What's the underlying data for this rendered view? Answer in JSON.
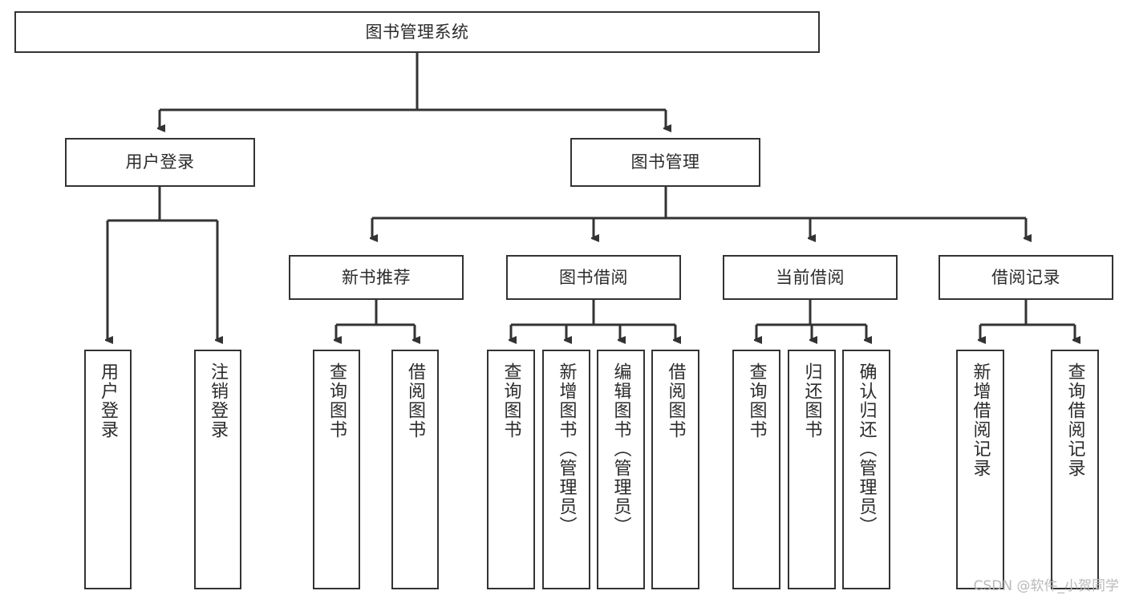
{
  "diagram": {
    "type": "tree-hierarchy",
    "title": "图书管理系统",
    "orientation": "top-down",
    "colors": {
      "box_border": "#333333",
      "box_fill": "#ffffff",
      "edge": "#333333",
      "text": "#2b2b2b",
      "watermark": "#b9b9b9",
      "background": "#ffffff"
    },
    "root": {
      "id": "root",
      "label": "图书管理系统"
    },
    "level2": [
      {
        "id": "user-login",
        "label": "用户登录"
      },
      {
        "id": "book-manage",
        "label": "图书管理"
      }
    ],
    "level3": [
      {
        "id": "new-book-recommend",
        "label": "新书推荐",
        "parent": "book-manage"
      },
      {
        "id": "book-borrow",
        "label": "图书借阅",
        "parent": "book-manage"
      },
      {
        "id": "current-borrow",
        "label": "当前借阅",
        "parent": "book-manage"
      },
      {
        "id": "borrow-record",
        "label": "借阅记录",
        "parent": "book-manage"
      }
    ],
    "leaves": {
      "user-login": [
        {
          "id": "leaf-user-login",
          "label": "用户登录"
        },
        {
          "id": "leaf-logout-login",
          "label": "注销登录"
        }
      ],
      "new-book-recommend": [
        {
          "id": "leaf-query-book-1",
          "label": "查询图书"
        },
        {
          "id": "leaf-borrow-book-1",
          "label": "借阅图书"
        }
      ],
      "book-borrow": [
        {
          "id": "leaf-query-book-2",
          "label": "查询图书"
        },
        {
          "id": "leaf-add-book",
          "label": "新增图书（管理员）"
        },
        {
          "id": "leaf-edit-book",
          "label": "编辑图书（管理员）"
        },
        {
          "id": "leaf-borrow-book-2",
          "label": "借阅图书"
        }
      ],
      "current-borrow": [
        {
          "id": "leaf-query-book-3",
          "label": "查询图书"
        },
        {
          "id": "leaf-return-book",
          "label": "归还图书"
        },
        {
          "id": "leaf-confirm-return",
          "label": "确认归还（管理员）"
        }
      ],
      "borrow-record": [
        {
          "id": "leaf-add-record",
          "label": "新增借阅记录"
        },
        {
          "id": "leaf-query-record",
          "label": "查询借阅记录"
        }
      ]
    }
  },
  "watermark": {
    "text": "CSDN @软件_小贺同学"
  }
}
